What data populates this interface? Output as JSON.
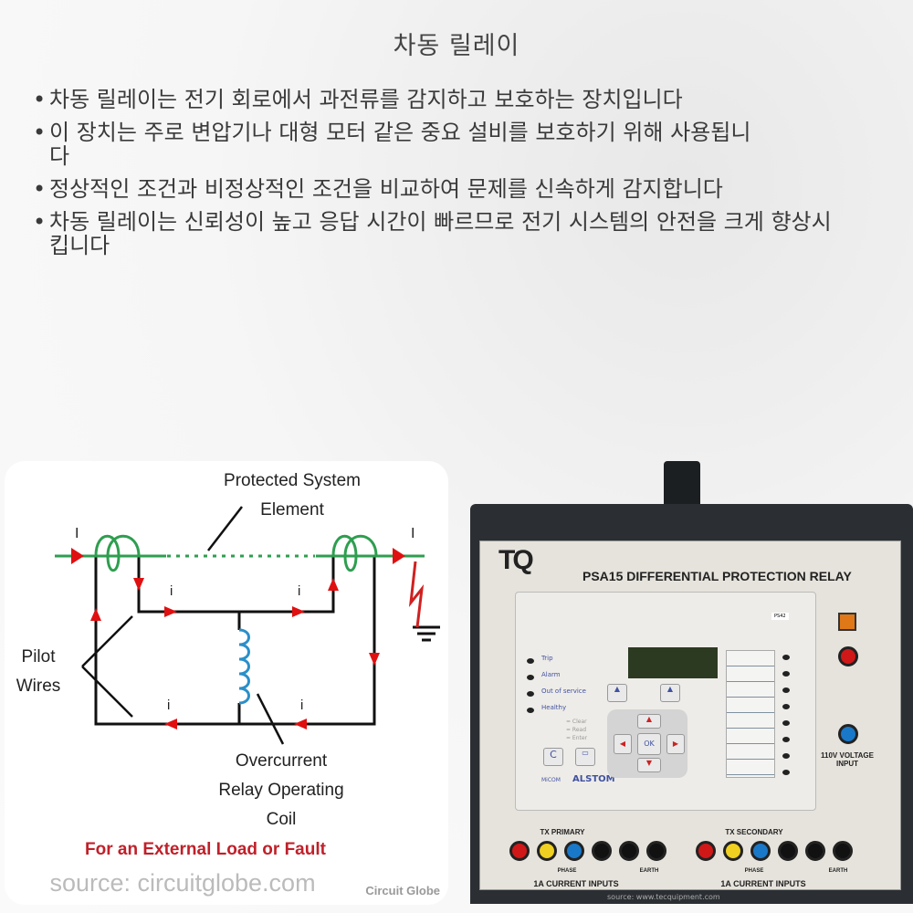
{
  "title": "차동 릴레이",
  "bullets": [
    "차동 릴레이는 전기 회로에서 과전류를 감지하고 보호하는 장치입니다",
    "이 장치는 주로 변압기나 대형 모터 같은 중요 설비를 보호하기 위해 사용됩니다",
    "정상적인 조건과 비정상적인 조건을 비교하여 문제를 신속하게 감지합니다",
    "차동 릴레이는 신뢰성이 높고 응답 시간이 빠르므로 전기 시스템의 안전을 크게 향상시킵니다"
  ],
  "diagram": {
    "protected_1": "Protected System",
    "protected_2": "Element",
    "pilot_1": "Pilot",
    "pilot_2": "Wires",
    "coil_1": "Overcurrent",
    "coil_2": "Relay Operating",
    "coil_3": "Coil",
    "current_big": "I",
    "current_small": "i",
    "caption": "For an External Load or Fault",
    "watermark": "source: circuitglobe.com",
    "logo": "Circuit Globe",
    "colors": {
      "line": "#2e9e4f",
      "arrow": "#e01010",
      "coil": "#2a8fc9",
      "caption": "#c0202a"
    }
  },
  "relay": {
    "logo": "TQ",
    "title": "PSA15 DIFFERENTIAL PROTECTION RELAY",
    "model_tag": "PS42",
    "leds": [
      "Trip",
      "Alarm",
      "Out of service",
      "Healthy"
    ],
    "legend": [
      "= Clear",
      "= Read",
      "= Enter"
    ],
    "ok": "OK",
    "clear_key": "C",
    "micom": "MiCOM",
    "alstom": "ALSTOM",
    "voltage": "110V VOLTAGE INPUT",
    "tx_primary": "TX PRIMARY",
    "tx_secondary": "TX SECONDARY",
    "phase": "PHASE",
    "earth": "EARTH",
    "current_inputs": "1A CURRENT INPUTS",
    "source": "source: www.tecquipment.com"
  }
}
